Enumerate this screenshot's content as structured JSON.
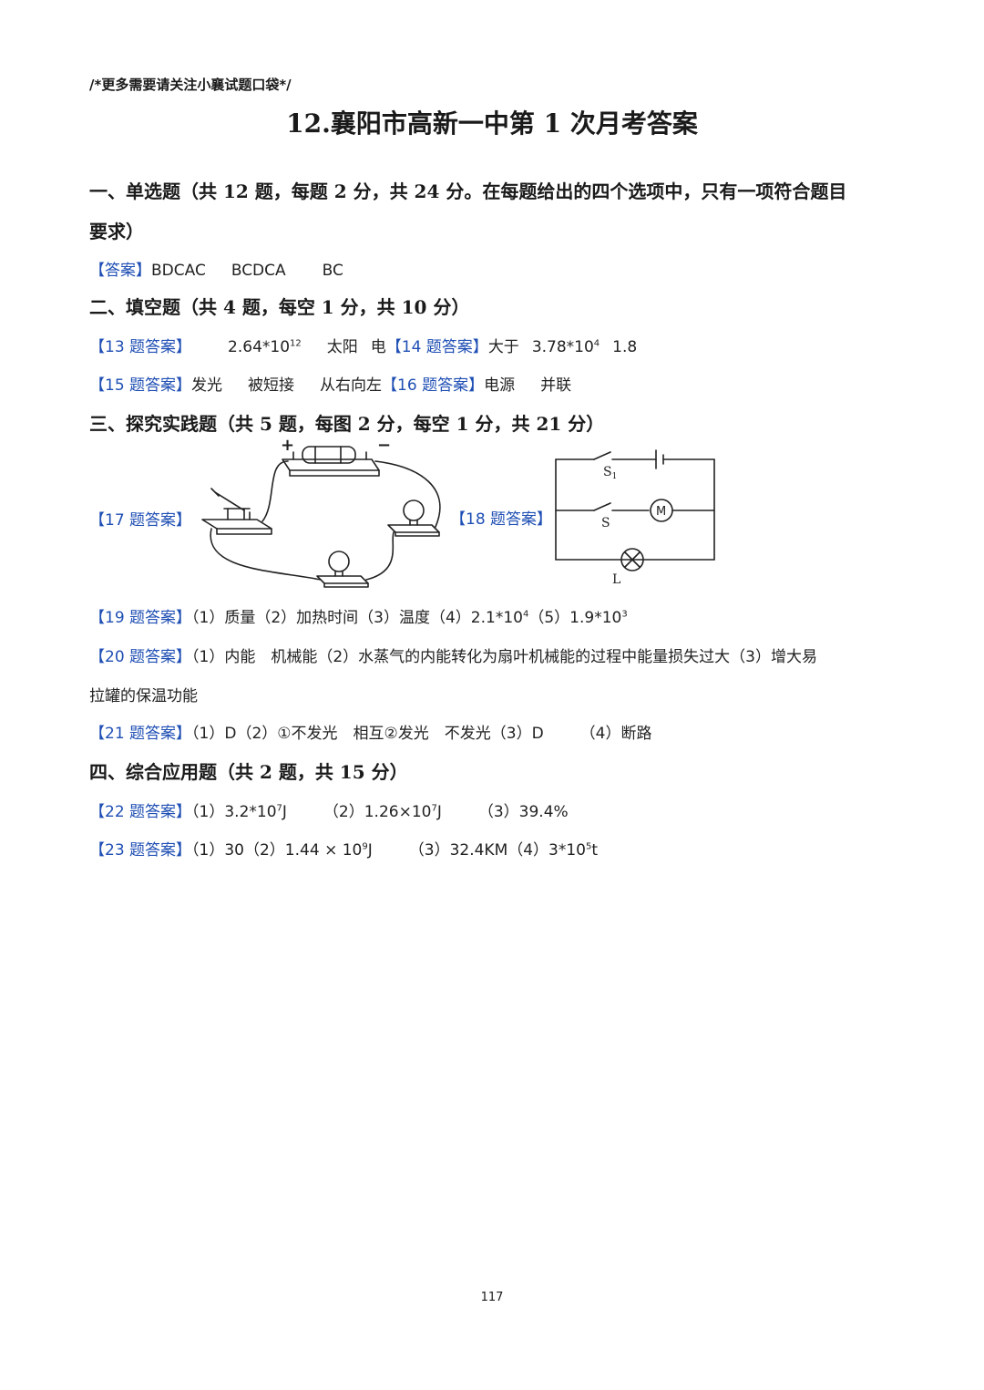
{
  "header_note": "/*更多需要请关注小襄试题口袋*/",
  "title": "12.襄阳市高新一中第 1 次月考答案",
  "sections": {
    "s1": "一、单选题（共 12 题，每题 2 分，共 24 分。在每题给出的四个选项中，只有一项符合题目",
    "s1_cont": "要求）",
    "s2": "二、填空题（共 4 题，每空 1 分，共 10 分）",
    "s3": "三、探究实践题（共 5 题，每图 2 分，每空 1 分，共 21 分）",
    "s4": "四、综合应用题（共 2 题，共 15 分）"
  },
  "q1_12": {
    "tag": "【答案】",
    "a": "BDCAC",
    "b": "BCDCA",
    "c": "BC"
  },
  "q13": {
    "tag": "【13 题答案】",
    "base1": "2.64*10",
    "exp1": "12",
    "t2": "太阳",
    "t3": "电"
  },
  "q14": {
    "tag": "【14 题答案】",
    "t1": "大于",
    "base": "3.78*10",
    "exp": "4",
    "t3": "1.8"
  },
  "q15": {
    "tag": "【15 题答案】",
    "t1": "发光",
    "t2": "被短接",
    "t3": "从右向左"
  },
  "q16": {
    "tag": "【16 题答案】",
    "t1": "电源",
    "t2": "并联"
  },
  "q17": {
    "tag": "【17 题答案】"
  },
  "q18": {
    "tag": "【18 题答案】",
    "label_s1": "S",
    "label_s1_sub": "1",
    "label_s": "S",
    "label_m": "M",
    "label_l": "L"
  },
  "photo_labels": {
    "plus": "+",
    "minus": "−"
  },
  "q19": {
    "tag": "【19 题答案】",
    "p1": "（1）质量（2）加热时间（3）温度（4）2.1*10",
    "e1": "4",
    "p2": "（5）1.9*10",
    "e2": "3"
  },
  "q20": {
    "tag": "【20 题答案】",
    "p1": "（1）内能　机械能（2）水蒸气的内能转化为扇叶机械能的过程中能量损失过大（3）增大易",
    "p2": "拉罐的保温功能"
  },
  "q21": {
    "tag": "【21 题答案】",
    "p1": "（1）D（2）①不发光　相互②发光　不发光（3）D",
    "p2": "（4）断路"
  },
  "q22": {
    "tag": "【22 题答案】",
    "p1": "（1）3.2*10",
    "e1": "7",
    "u1": "J",
    "p2": "（2）1.26×10",
    "e2": "7",
    "u2": "J",
    "p3": "（3）39.4%"
  },
  "q23": {
    "tag": "【23 题答案】",
    "p1": "（1）30（2）1.44 × 10",
    "e1": "9",
    "u1": "J",
    "p2": "（3）32.4KM（4）3*10",
    "e2": "5",
    "u2": "t"
  },
  "page_number": "117"
}
